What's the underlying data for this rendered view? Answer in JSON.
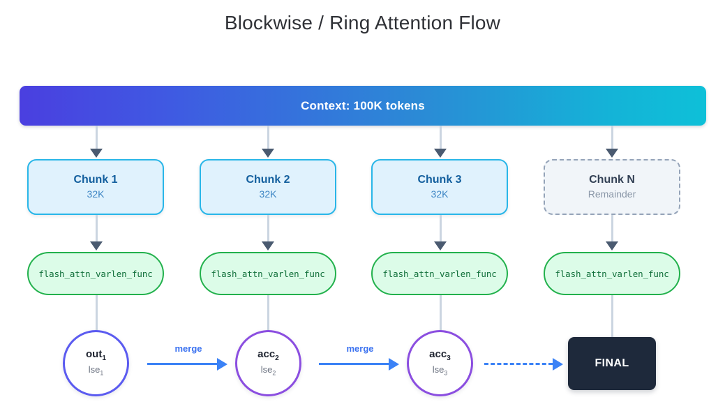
{
  "page": {
    "title": "Blockwise / Ring Attention Flow",
    "background": "#ffffff"
  },
  "context_banner": {
    "label": "Context: 100K tokens",
    "gradient_from": "#4a3fe0",
    "gradient_to": "#0ec0d8"
  },
  "chunks": [
    {
      "title": "Chunk 1",
      "subtitle": "32K",
      "style": "solid"
    },
    {
      "title": "Chunk 2",
      "subtitle": "32K",
      "style": "solid"
    },
    {
      "title": "Chunk 3",
      "subtitle": "32K",
      "style": "solid"
    },
    {
      "title": "Chunk N",
      "subtitle": "Remainder",
      "style": "dashed"
    }
  ],
  "kernels": [
    {
      "label": "flash_attn_varlen_func"
    },
    {
      "label": "flash_attn_varlen_func"
    },
    {
      "label": "flash_attn_varlen_func"
    },
    {
      "label": "flash_attn_varlen_func"
    }
  ],
  "accumulators": [
    {
      "name": "out",
      "name_sub": "1",
      "lse": "lse",
      "lse_sub": "1",
      "border": "#5b5bf0"
    },
    {
      "name": "acc",
      "name_sub": "2",
      "lse": "lse",
      "lse_sub": "2",
      "border": "#8b4ee0"
    },
    {
      "name": "acc",
      "name_sub": "3",
      "lse": "lse",
      "lse_sub": "3",
      "border": "#8b4ee0"
    }
  ],
  "merge_arrows": [
    {
      "label": "merge",
      "style": "solid"
    },
    {
      "label": "merge",
      "style": "solid"
    },
    {
      "label": "",
      "style": "dashed"
    }
  ],
  "final": {
    "label": "FINAL",
    "fill": "#1e293b"
  },
  "colors": {
    "chunk_fill": "#e0f2fd",
    "chunk_border": "#29b6e8",
    "chunk_title": "#135f9e",
    "kernel_fill": "#dcfce8",
    "kernel_border": "#22b14c",
    "kernel_text": "#11703a",
    "connector_line": "#cbd5e1",
    "connector_head": "#4a5a70",
    "arrow_blue": "#3b82f6",
    "dashed_border": "#94a3b8"
  }
}
